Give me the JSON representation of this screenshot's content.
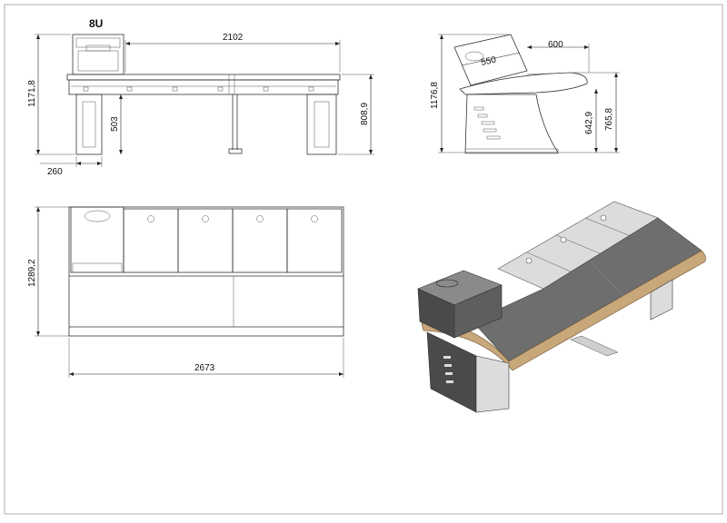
{
  "drawing": {
    "rack_label": "8U",
    "front_view": {
      "width_label": "2102",
      "height_label": "1171,8",
      "table_height_label": "808,9",
      "pedestal_height_label": "503",
      "pedestal_depth_label": "260"
    },
    "side_view": {
      "depth_label": "600",
      "screen_label": "550",
      "height_label": "1176,8",
      "lower_height_label": "642,9",
      "upper_height_label": "765,8"
    },
    "top_view": {
      "width_label": "2673",
      "depth_label": "1289,2"
    },
    "colors": {
      "line": "#333333",
      "wood": "#c8a77a",
      "grey_top": "#6e6e6e",
      "light_panel": "#dcdcdc",
      "dark_pedestal": "#4a4a4a"
    }
  }
}
